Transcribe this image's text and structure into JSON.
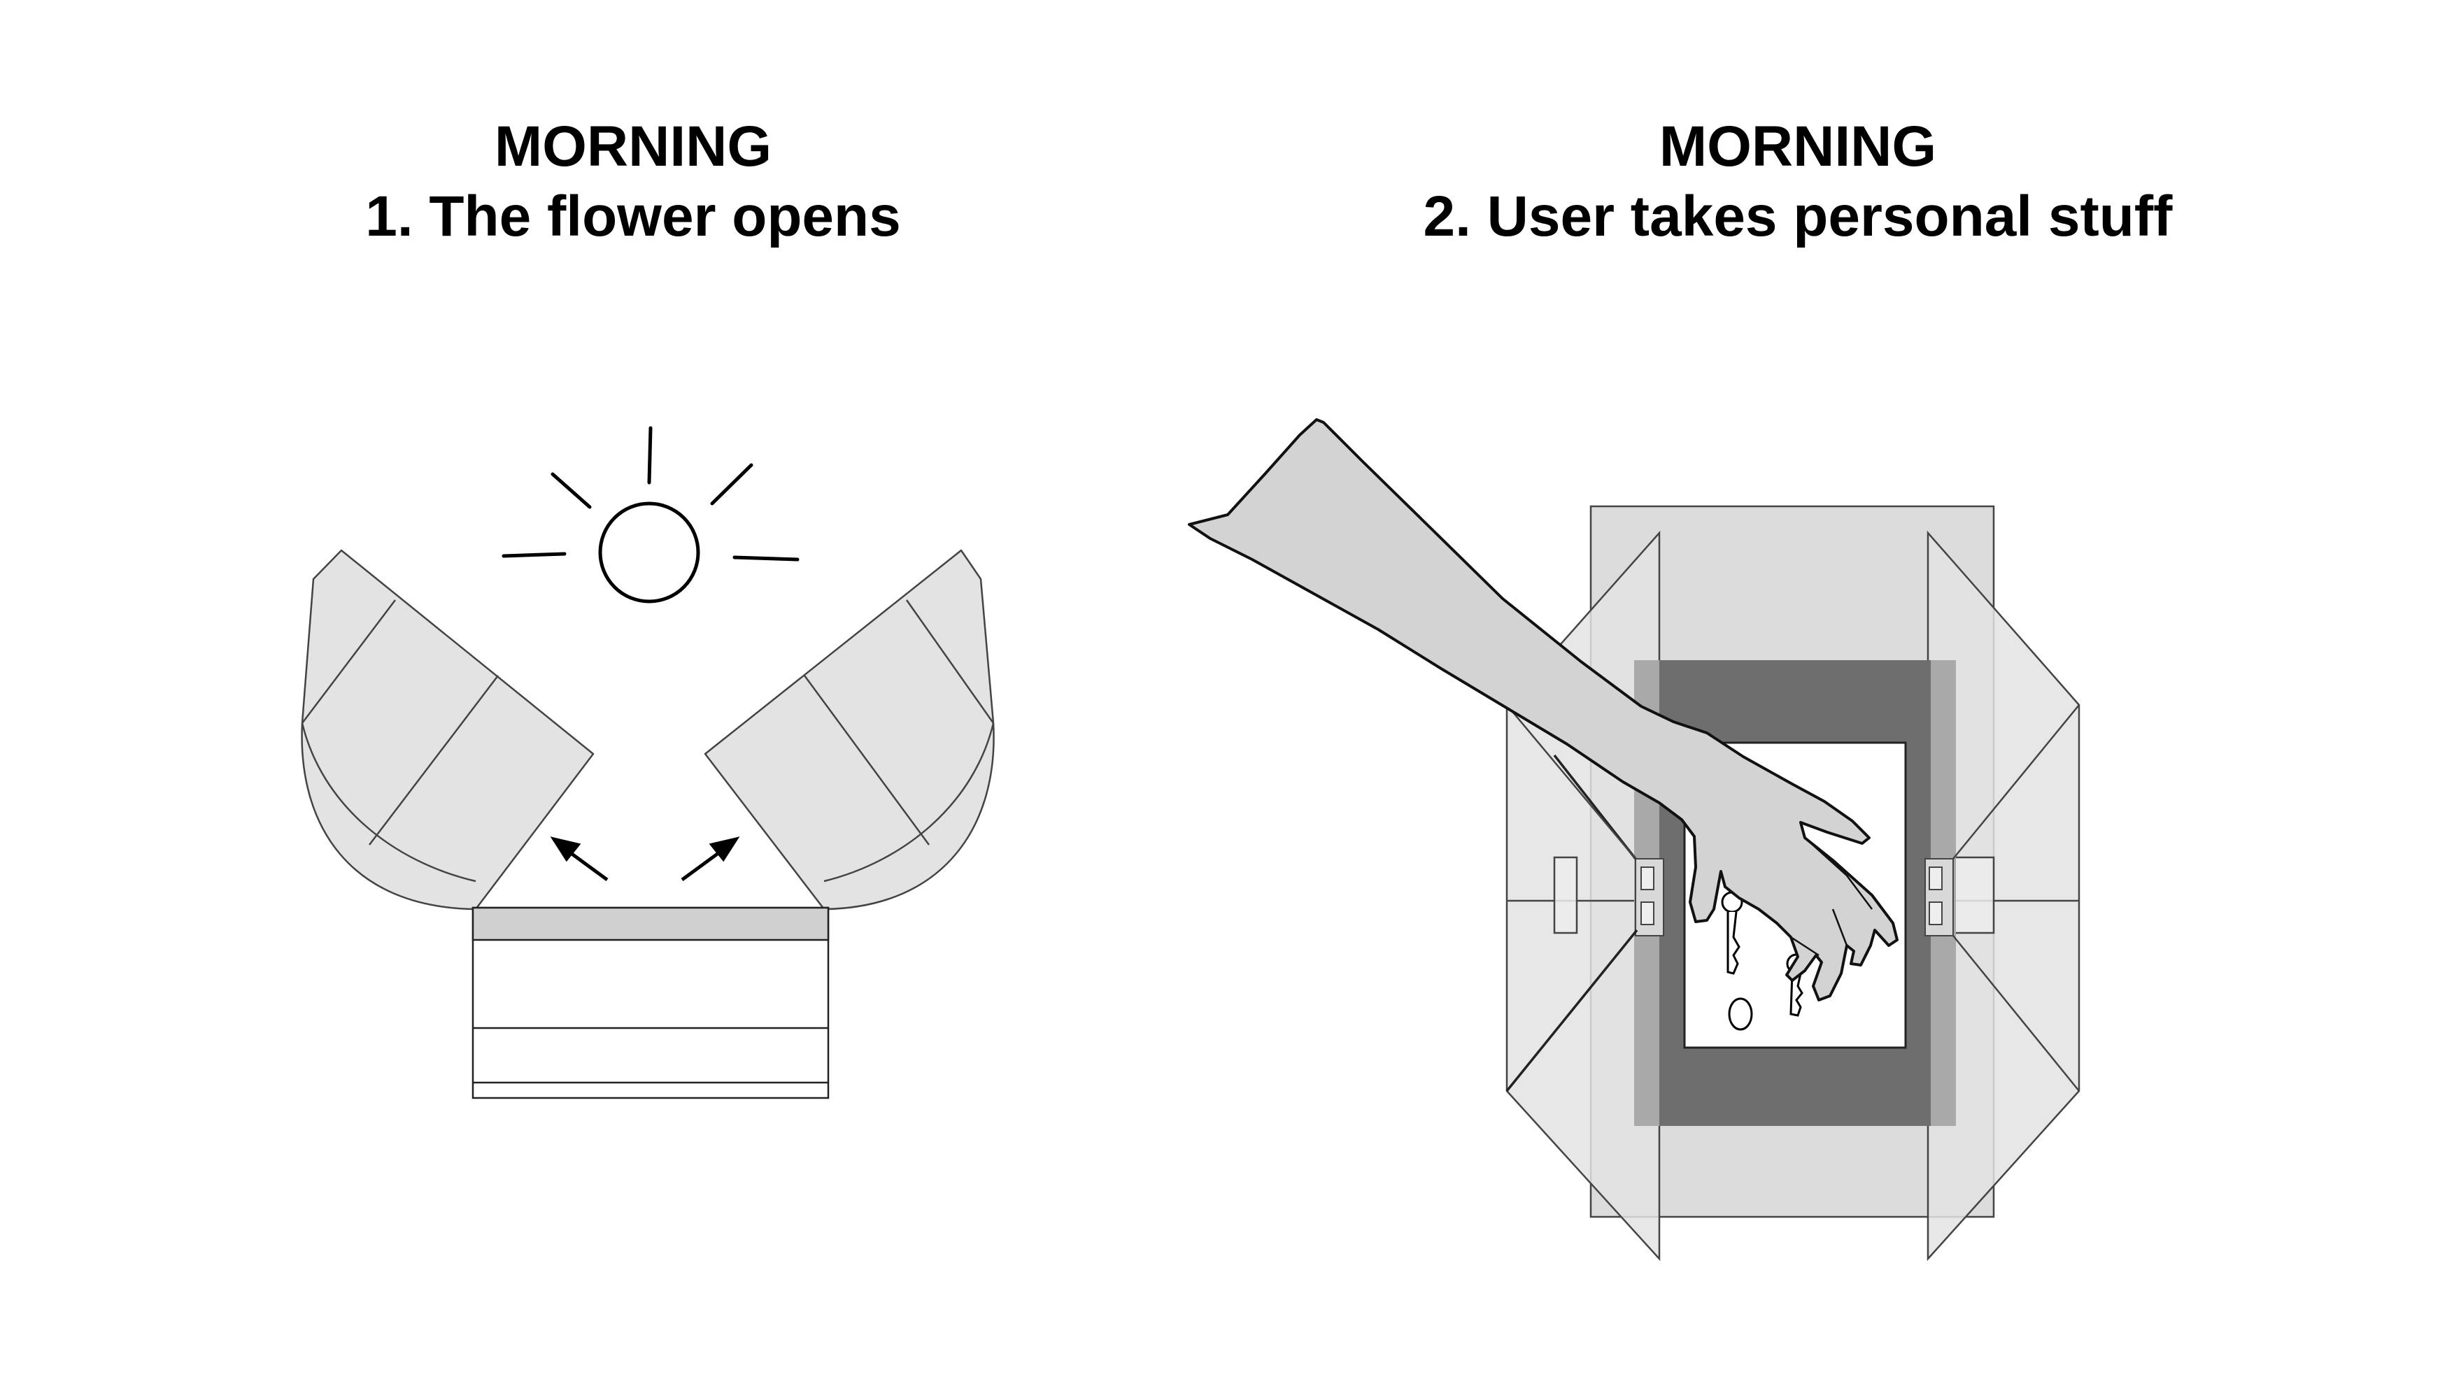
{
  "panels": [
    {
      "heading": "MORNING",
      "caption": "1. The flower opens"
    },
    {
      "heading": "MORNING",
      "caption": "2. User takes personal stuff"
    }
  ],
  "colors": {
    "petal_fill": "#e3e3e3",
    "top_band": "#d0d0d0",
    "arm_fill": "#d3d3d3",
    "frame_dark": "#6e6e6e",
    "frame_mid": "#a9a9a9",
    "outline": "#222222"
  },
  "icons": [
    "sun-icon",
    "arrow-up-left-icon",
    "arrow-up-right-icon",
    "key-icon",
    "coin-icon",
    "hand-arm-illustration"
  ]
}
